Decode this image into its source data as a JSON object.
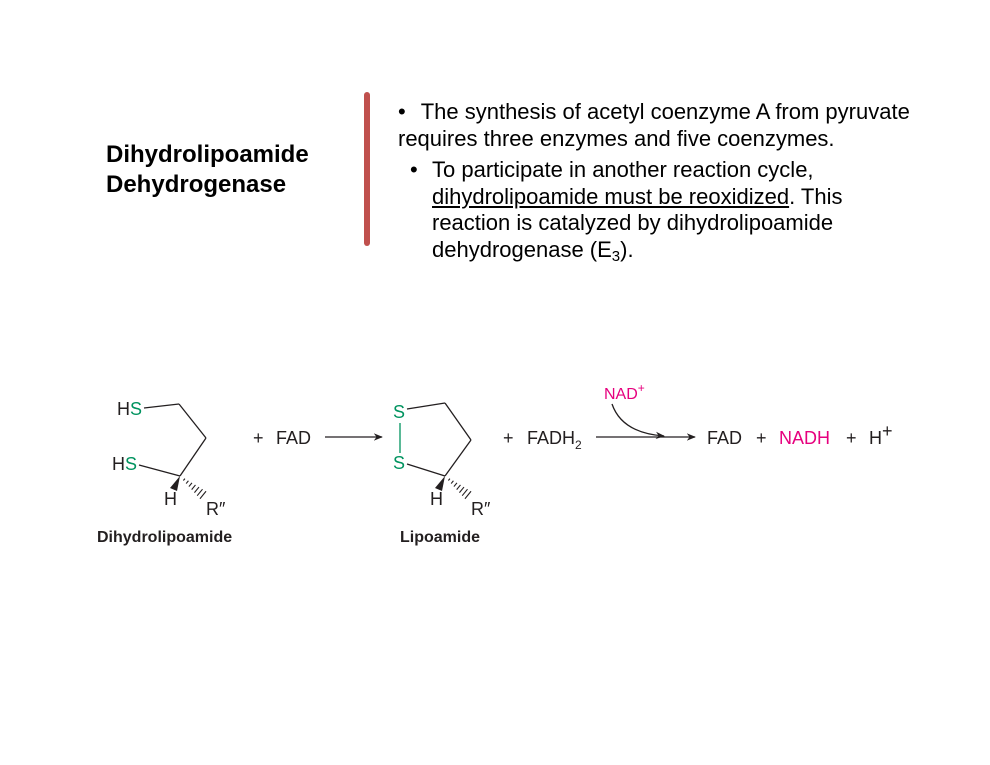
{
  "slide": {
    "title": [
      "Dihydrolipoamide",
      "Dehydrogenase"
    ],
    "accent_color": "#c0504d",
    "bullet_glyph": "•",
    "bullet_1": {
      "lines": [
        "The synthesis of acetyl coenzyme A from pyruvate",
        "requires three enzymes and five coenzymes."
      ]
    },
    "bullet_2": {
      "line_1": "To participate in another reaction cycle,",
      "line_2_underlined": "dihydrolipoamide must be reoxidized",
      "line_2_rest": ". This",
      "line_3": "reaction is catalyzed by dihydrolipoamide",
      "line_4": "dehydrogenase (E",
      "line_4_subscript": "3",
      "line_4_end": ")."
    }
  },
  "diagram": {
    "colors": {
      "ink": "#231f20",
      "sulfur": "#00935f",
      "nad": "#e6007e"
    },
    "reactant": {
      "name": "Dihydrolipoamide",
      "thiol_top": [
        "H",
        "S"
      ],
      "thiol_bottom": [
        "H",
        "S"
      ],
      "stereo_h": "H",
      "r_group": "R″"
    },
    "plus_1": "+",
    "oxidant": "FAD",
    "intermediate": {
      "name": "Lipoamide",
      "sulfur_top": "S",
      "sulfur_bottom": "S",
      "stereo_h": "H",
      "r_group": "R″"
    },
    "plus_2": "+",
    "reduced_flavin": {
      "text": "FADH",
      "subscript": "2"
    },
    "cofactor": {
      "text": "NAD",
      "superscript": "+"
    },
    "final_products": {
      "fad": "FAD",
      "plus_a": "+",
      "nadh": "NADH",
      "plus_b": "+",
      "proton": "H",
      "proton_charge": "+"
    }
  }
}
